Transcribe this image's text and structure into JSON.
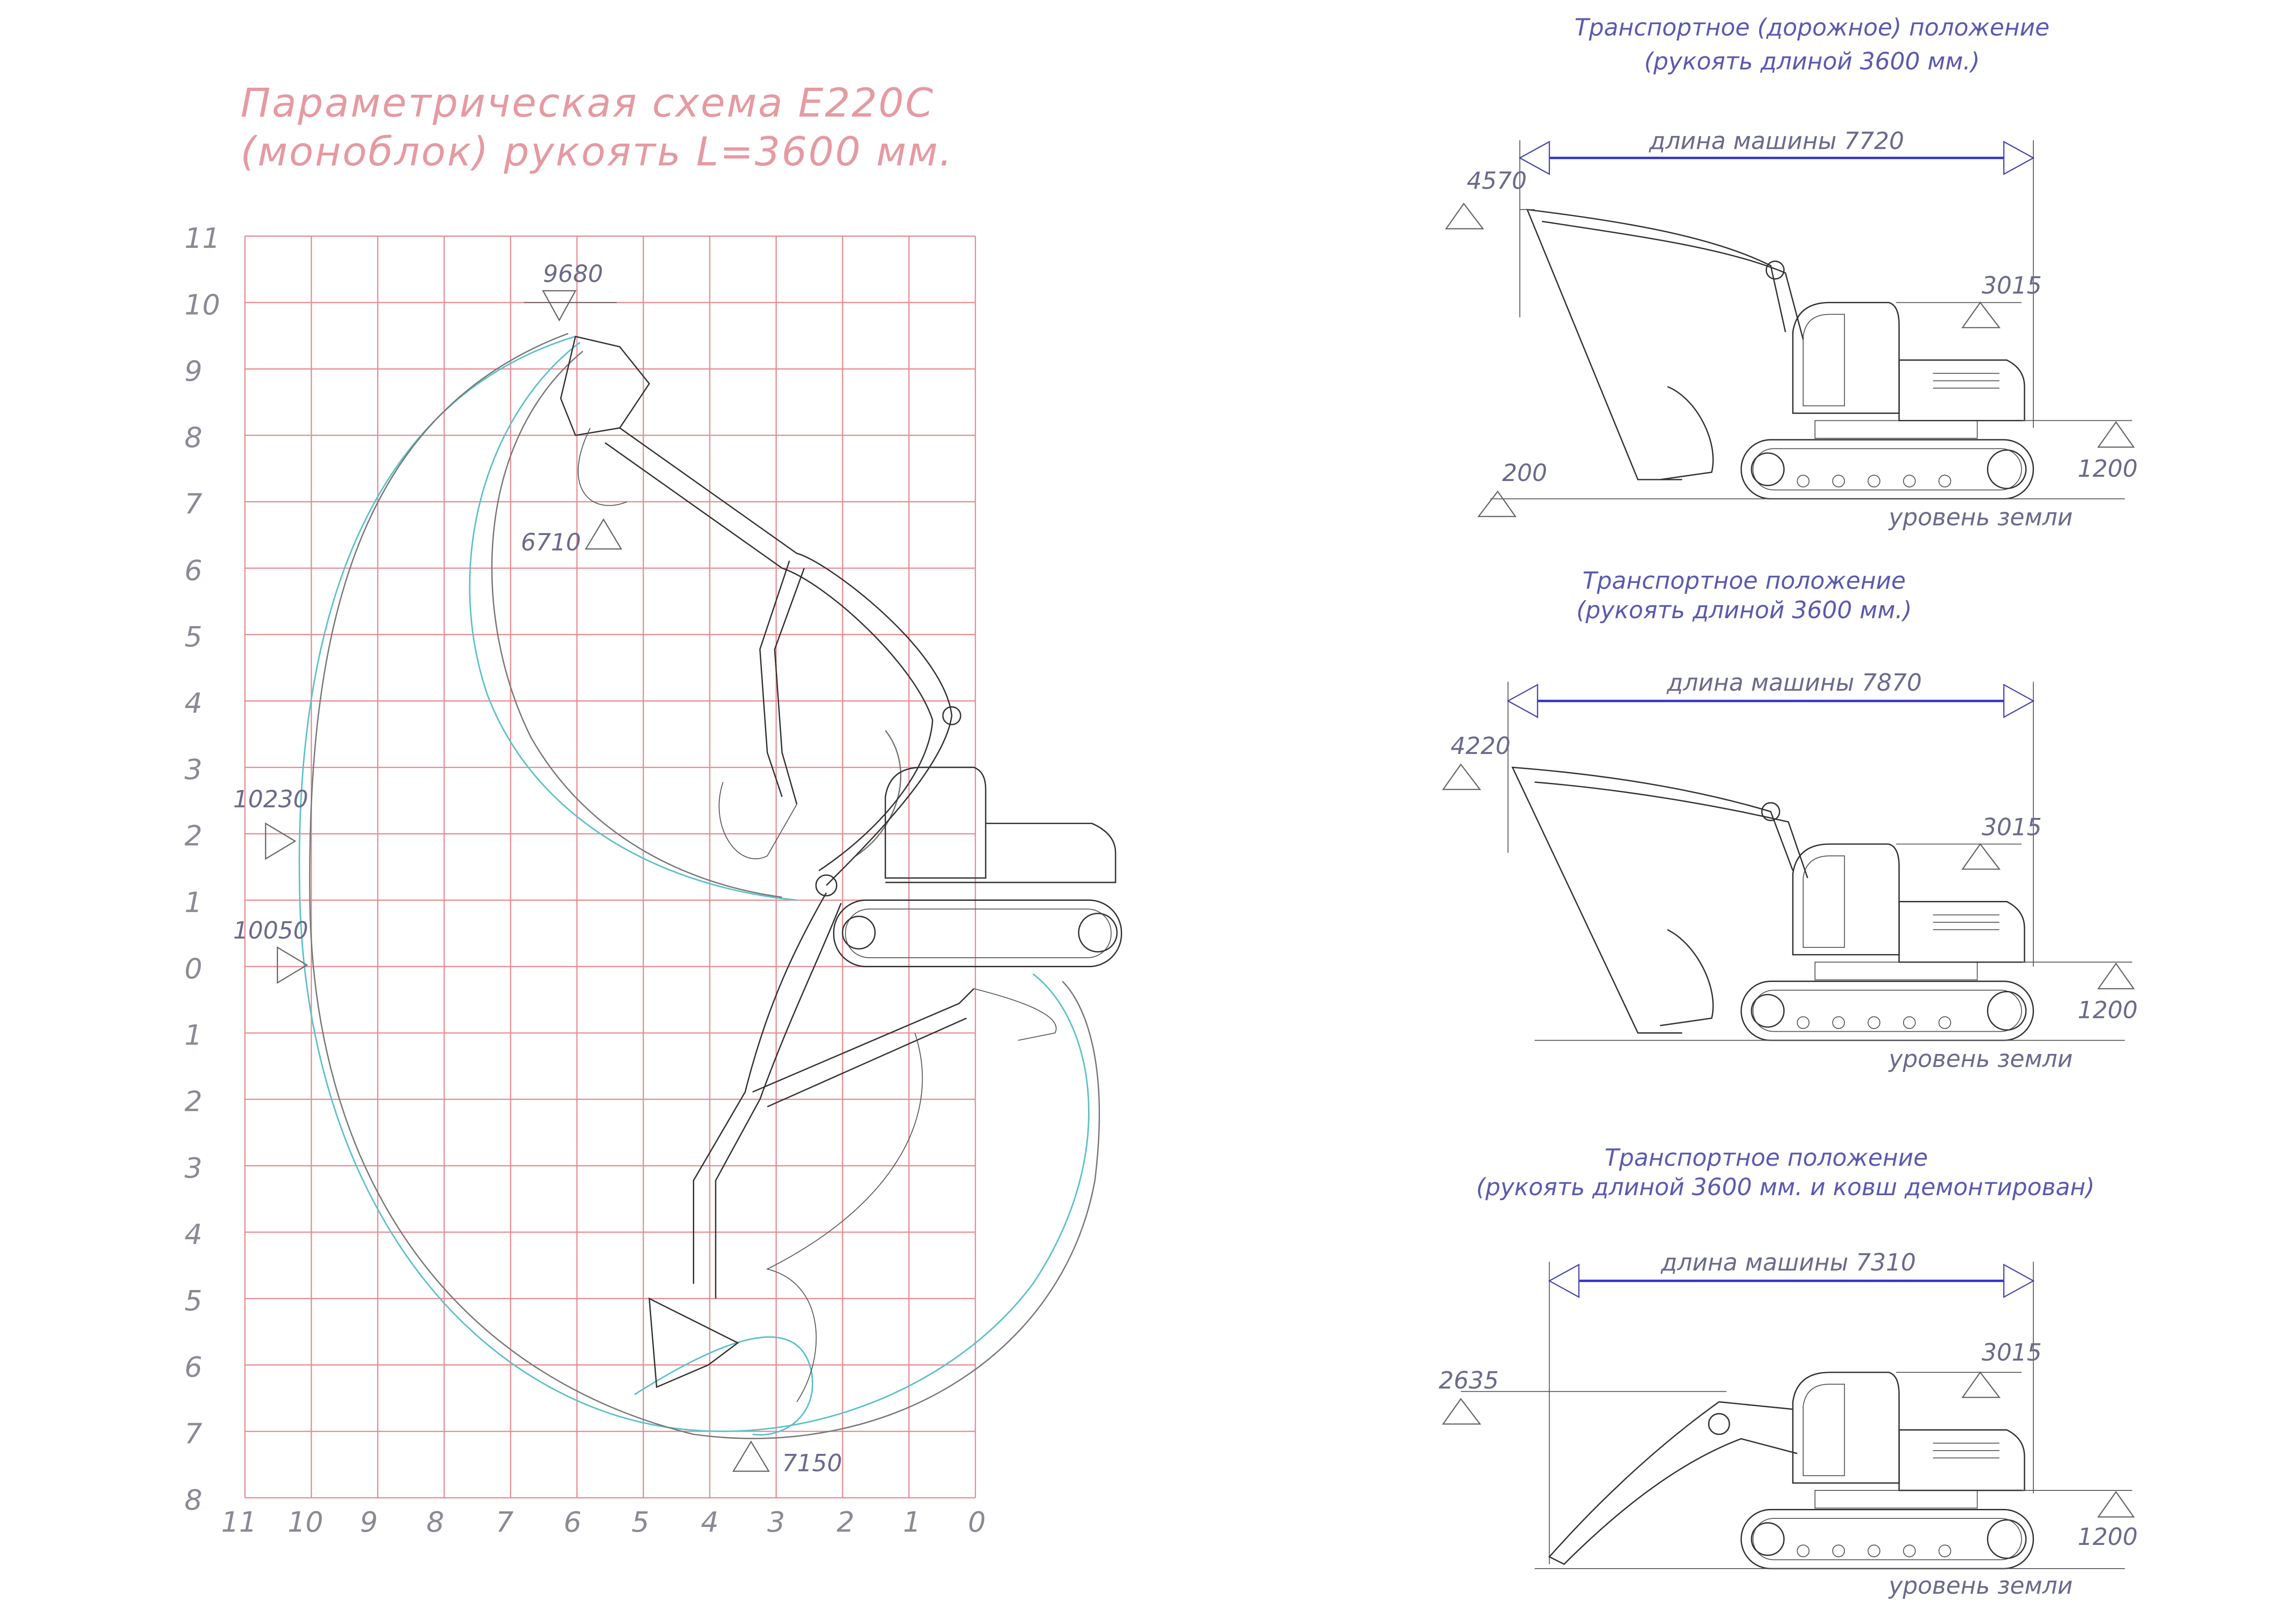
{
  "main": {
    "title_line1": "Параметрическая схема E220C",
    "title_line2": "(моноблок) рукоять L=3600 мм.",
    "y_ticks": [
      "11",
      "10",
      "9",
      "8",
      "7",
      "6",
      "5",
      "4",
      "3",
      "2",
      "1",
      "0",
      "1",
      "2",
      "3",
      "4",
      "5",
      "6",
      "7",
      "8"
    ],
    "x_ticks": [
      "11",
      "10",
      "9",
      "8",
      "7",
      "6",
      "5",
      "4",
      "3",
      "2",
      "1",
      "0"
    ],
    "dims": {
      "max_height": "9680",
      "dump_height": "6710",
      "max_reach": "10230",
      "ground_reach": "10050",
      "dig_depth": "7150"
    },
    "colors": {
      "grid": "#e8898f",
      "title": "#e59aa2",
      "envelope": "#5cc0c8"
    }
  },
  "panels": [
    {
      "title_line1": "Транспортное (дорожное) положение",
      "title_line2": "(рукоять длиной 3600 мм.)",
      "length_label": "длина машины 7720",
      "height_label": "4570",
      "cab_label": "3015",
      "low_label": "200",
      "track_label": "1200",
      "ground_label": "уровень земли"
    },
    {
      "title_line1": "Транспортное положение",
      "title_line2": "(рукоять длиной 3600 мм.)",
      "length_label": "длина машины 7870",
      "height_label": "4220",
      "cab_label": "3015",
      "track_label": "1200",
      "ground_label": "уровень земли"
    },
    {
      "title_line1": "Транспортное положение",
      "title_line2": "(рукоять длиной 3600 мм. и ковш демонтирован)",
      "length_label": "длина машины 7310",
      "height_label": "2635",
      "cab_label": "3015",
      "track_label": "1200",
      "ground_label": "уровень земли"
    }
  ]
}
